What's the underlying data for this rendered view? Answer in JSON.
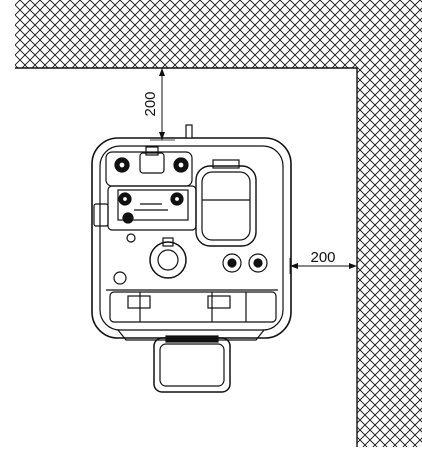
{
  "dimensions": {
    "top_clearance": "200",
    "right_clearance": "200"
  },
  "colors": {
    "line": "#111111",
    "hatch": "#111111",
    "background": "#ffffff"
  },
  "icons": {
    "wall": "hatched-wall",
    "unit": "unit-top-view"
  }
}
